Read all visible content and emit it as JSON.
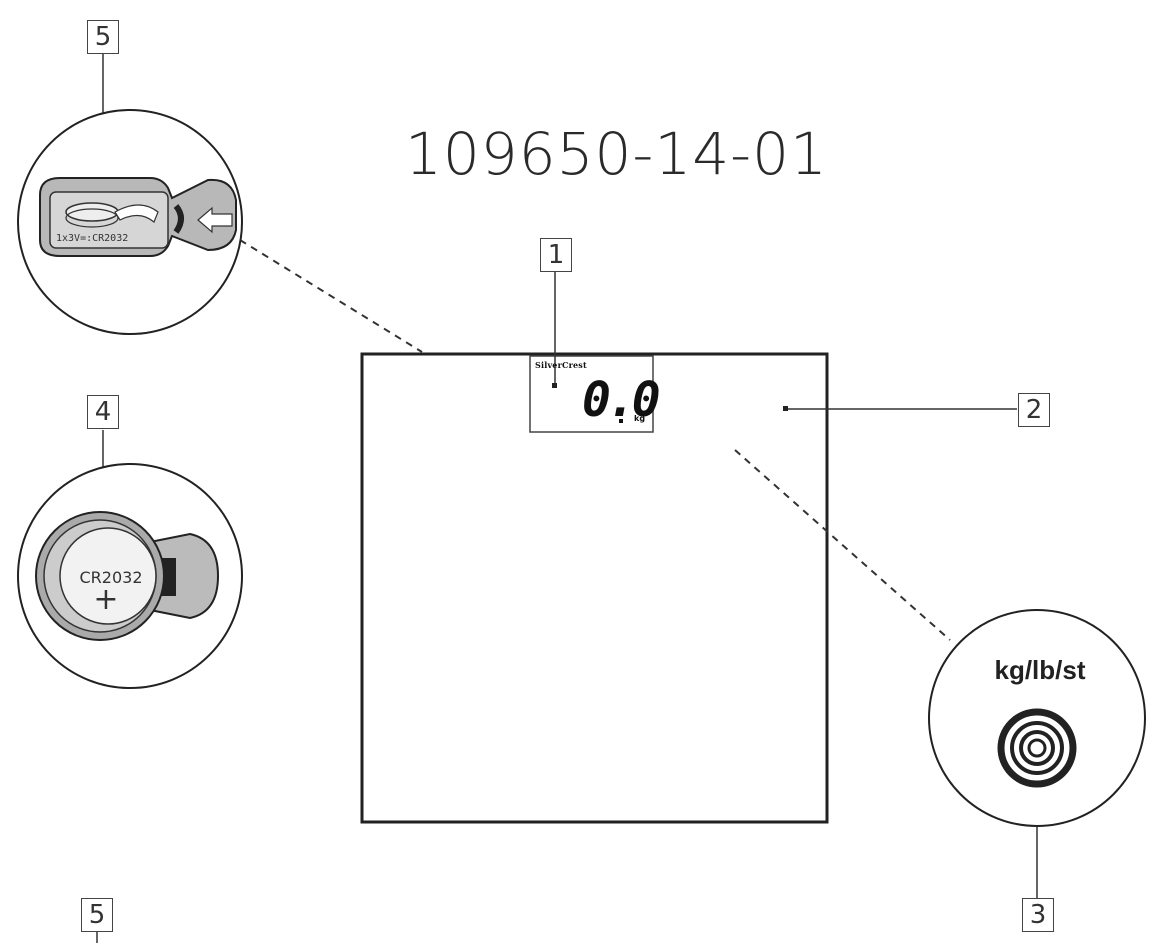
{
  "title": "109650-14-01",
  "callouts": {
    "c1": "1",
    "c2": "2",
    "c3": "3",
    "c4": "4",
    "c5_top": "5",
    "c5_bottom": "5"
  },
  "display": {
    "brand": "SilverCrest",
    "reading": "0.0",
    "unit": "kg"
  },
  "unit_button_label": "kg/lb/st",
  "battery_compartment_label": "1x3V=:CR2032",
  "battery_type": "CR2032",
  "battery_polarity": "+",
  "colors": {
    "line": "#222222",
    "fill_gray": "#c8c8c8",
    "dark": "#333333"
  }
}
